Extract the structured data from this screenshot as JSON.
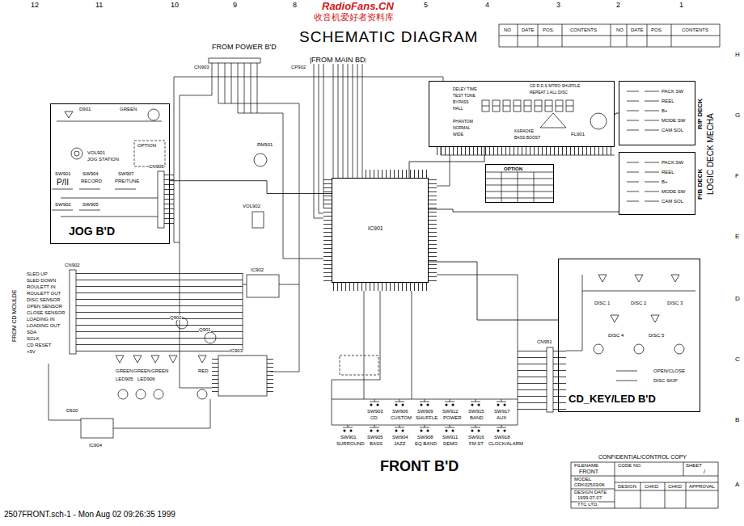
{
  "diagram": {
    "title": "SCHEMATIC DIAGRAM",
    "nodes": [
      {
        "text": [
          "JOG B'D"
        ]
      },
      {
        "text": [
          "FL901"
        ]
      },
      {
        "text": [
          "R/P DECK"
        ]
      },
      {
        "text": [
          "P/B DECK"
        ]
      },
      {
        "text": [
          "IC901"
        ]
      },
      {
        "text": [
          "OPTION"
        ]
      },
      {
        "text": [
          "CD_KEY/LED B'D"
        ]
      }
    ],
    "edges": [
      {
        "from": 0,
        "to": 4,
        "arrow": "none"
      },
      {
        "from": 4,
        "to": 1,
        "arrow": "none"
      },
      {
        "from": 3,
        "to": 4,
        "arrow": "none"
      },
      {
        "from": 6,
        "to": 4,
        "arrow": "none"
      },
      {
        "from": 2,
        "to": 1,
        "arrow": "none"
      }
    ],
    "labels": [
      "RadioFans.CN",
      "收音机爱好者资料库",
      "12",
      "11",
      "10",
      "9",
      "8",
      "5",
      "4",
      "3",
      "2",
      "1",
      "H",
      "G",
      "F",
      "E",
      "D",
      "C",
      "B",
      "A",
      "NO",
      "DATE",
      "POS.",
      "CONTENTS",
      "NO",
      "DATE",
      "POS.",
      "CONTENTS",
      "FROM POWER B'D",
      "FROM MAIN BD",
      "CN903",
      "CP902",
      "D901",
      "GREEN",
      "OPTION",
      "VOL901",
      "JOG STATION",
      "SW901",
      "P/II",
      "SW904",
      "RECORD",
      "SW907",
      "PRE/TUNE",
      "SW902",
      "SW905",
      "CN905",
      "RM901",
      "VOL902",
      "IC902",
      "IC903",
      "Q901",
      "Q902",
      "SLED UP",
      "SLED DOWN",
      "ROULETT IN",
      "ROULETT OUT",
      "DISC SENSOR",
      "OPEN SENSOR",
      "CLOSE SENSOR",
      "LOADING IN",
      "LOADING OUT",
      "SDA",
      "SCLK",
      "CD RESET",
      "+5V",
      "CN902",
      "FROM CD MOULDE",
      "GREEN",
      "GREEN",
      "GREEN",
      "RED",
      "LED905",
      "LED906",
      "IC904",
      "D920",
      "DELEY TIME",
      "TEST TONE",
      "BYPASS",
      "HALL",
      "PHANTOM",
      "NORMAL",
      "WIDE",
      "KARAOKE",
      "BASS BOOST",
      "CD R.D.S MTRO SHUFFLE",
      "REPEAT 1 ALL DISC",
      "PACK SW",
      "REEL",
      "B+",
      "MODE SW",
      "CAM SOL",
      "PACK SW",
      "REEL",
      "B+",
      "MODE SW",
      "CAM SOL",
      "LOGIC DECK MECHA",
      "DISC 1",
      "DISC 2",
      "DISC 3",
      "DISC 4",
      "DISC 5",
      "OPEN/CLOSE",
      "DISC SKIP",
      "CN951",
      "SW903",
      "CD",
      "SW906",
      "CUSTOM",
      "SW909",
      "SHUFFLE",
      "SW912",
      "POWER",
      "SW915",
      "BAND",
      "SW917",
      "AUX",
      "SW901",
      "SURROUND",
      "SW905",
      "BASS",
      "SW904",
      "JAZZ",
      "SW908",
      "EQ BAND",
      "SW911",
      "DEMO",
      "SW916",
      "FM ST",
      "SW918",
      "CLOCK/ALARM",
      "FRONT B'D",
      "CONFIDENTIAL/CONTROL COPY",
      "FILENAME",
      "FRONT",
      "MODEL",
      "CRK02503/06",
      "DESIGN DATE",
      "1999.07.07",
      "TTC LTD.",
      "CODE NO.",
      "SHEET",
      "/",
      "DESIGN",
      "CHKD",
      "CHKD",
      "APPROVAL",
      "2507FRONT.sch-1 - Mon Aug 02 09:26:35 1999"
    ]
  }
}
